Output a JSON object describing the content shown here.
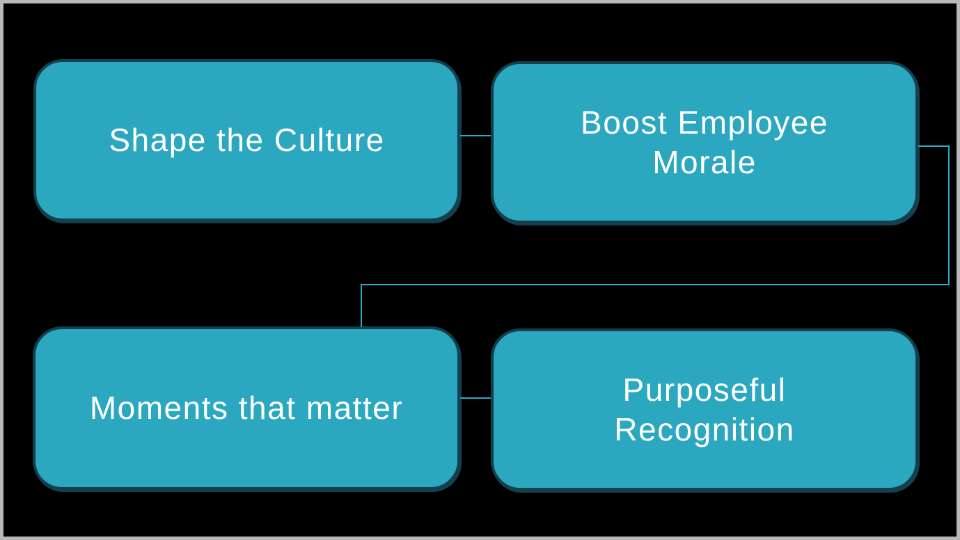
{
  "diagram": {
    "type": "flow",
    "nodes": [
      {
        "id": "shape-the-culture",
        "label": "Shape the Culture",
        "row": 1,
        "col": 1
      },
      {
        "id": "boost-employee-morale",
        "label": "Boost Employee Morale",
        "row": 1,
        "col": 2
      },
      {
        "id": "moments-that-matter",
        "label": "Moments that matter",
        "row": 2,
        "col": 1
      },
      {
        "id": "purposeful-recognition",
        "label": "Purposeful Recognition",
        "row": 2,
        "col": 2
      }
    ],
    "edges": [
      {
        "from": "shape-the-culture",
        "to": "boost-employee-morale",
        "type": "straight"
      },
      {
        "from": "boost-employee-morale",
        "to": "moments-that-matter",
        "type": "elbow"
      },
      {
        "from": "moments-that-matter",
        "to": "purposeful-recognition",
        "type": "straight"
      }
    ],
    "colors": {
      "background": "#000000",
      "frame_border": "#b9b9b9",
      "node_fill": "#2ba7c0",
      "node_border": "#14404e",
      "connector": "#2ba9c7",
      "text": "#ffffff"
    }
  }
}
